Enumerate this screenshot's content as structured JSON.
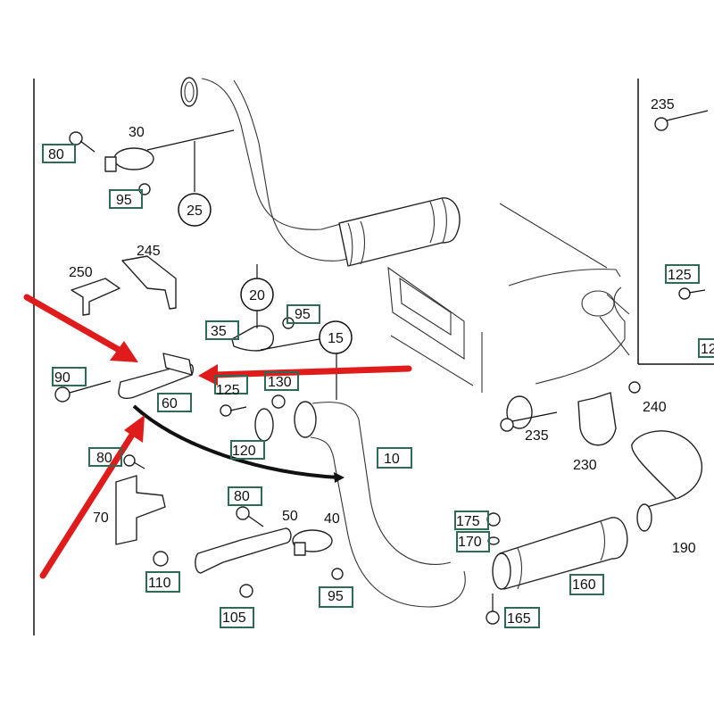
{
  "diagram": {
    "subject": "Exhaust system parts diagram",
    "boxed_labels": [
      {
        "id": "lbl-80a",
        "text": "80"
      },
      {
        "id": "lbl-95a",
        "text": "95"
      },
      {
        "id": "lbl-35",
        "text": "35"
      },
      {
        "id": "lbl-95b",
        "text": "95"
      },
      {
        "id": "lbl-90",
        "text": "90"
      },
      {
        "id": "lbl-60",
        "text": "60"
      },
      {
        "id": "lbl-125a",
        "text": "125"
      },
      {
        "id": "lbl-130",
        "text": "130"
      },
      {
        "id": "lbl-120",
        "text": "120"
      },
      {
        "id": "lbl-10",
        "text": "10"
      },
      {
        "id": "lbl-80b",
        "text": "80"
      },
      {
        "id": "lbl-110",
        "text": "110"
      },
      {
        "id": "lbl-80c",
        "text": "80"
      },
      {
        "id": "lbl-105",
        "text": "105"
      },
      {
        "id": "lbl-95c",
        "text": "95"
      },
      {
        "id": "lbl-175",
        "text": "175"
      },
      {
        "id": "lbl-170",
        "text": "170"
      },
      {
        "id": "lbl-160",
        "text": "160"
      },
      {
        "id": "lbl-165",
        "text": "165"
      },
      {
        "id": "lbl-125b",
        "text": "125"
      },
      {
        "id": "lbl-12x",
        "text": "12"
      }
    ],
    "circled_labels": [
      {
        "id": "c25",
        "text": "25"
      },
      {
        "id": "c20",
        "text": "20"
      },
      {
        "id": "c15",
        "text": "15"
      }
    ],
    "plain_labels": [
      {
        "id": "t30",
        "text": "30"
      },
      {
        "id": "t245",
        "text": "245"
      },
      {
        "id": "t250",
        "text": "250"
      },
      {
        "id": "t70",
        "text": "70"
      },
      {
        "id": "t50",
        "text": "50"
      },
      {
        "id": "t40",
        "text": "40"
      },
      {
        "id": "t235a",
        "text": "235"
      },
      {
        "id": "t230",
        "text": "230"
      },
      {
        "id": "t240",
        "text": "240"
      },
      {
        "id": "t190",
        "text": "190"
      },
      {
        "id": "t235b",
        "text": "235"
      }
    ],
    "annotations": {
      "arrow_color": "#e01b1b",
      "label_box_color": "#2e6b55",
      "highlighted_part": "60"
    }
  }
}
